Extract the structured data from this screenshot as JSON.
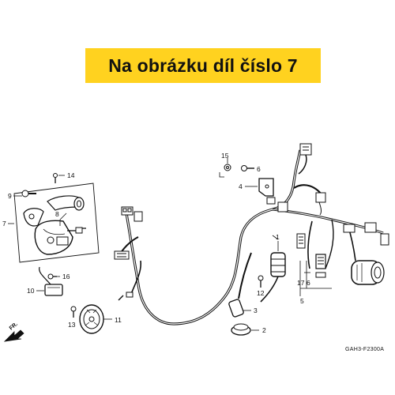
{
  "banner": {
    "text": "Na obrázku díl číslo 7"
  },
  "callouts": {
    "c1": "1",
    "c2": "2",
    "c3": "3",
    "c4": "4",
    "c5": "5",
    "c6": "6",
    "c7": "7",
    "c8": "8",
    "c9": "9",
    "c10": "10",
    "c11": "11",
    "c12": "12",
    "c13": "13",
    "c14": "14",
    "c15": "15",
    "c16": "16",
    "c17": "17"
  },
  "front_label": "FR.",
  "diagram_code": "GAH3-F2300A",
  "colors": {
    "banner_bg": "#ffd21f",
    "line": "#111111"
  }
}
